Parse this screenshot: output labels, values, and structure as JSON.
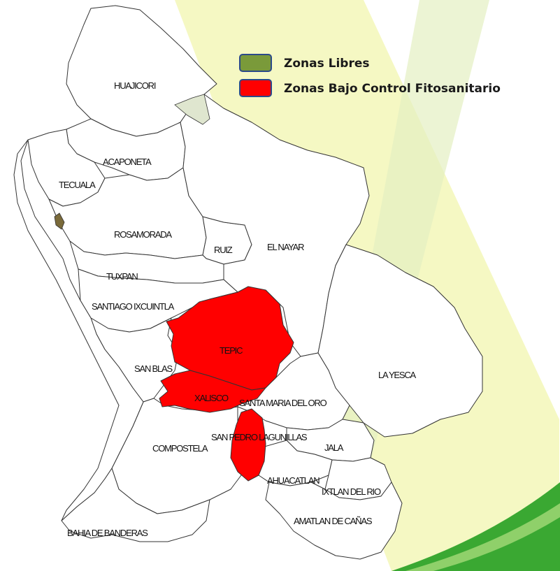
{
  "legend": {
    "items": [
      {
        "label": "Zonas Libres",
        "color": "#7a9a3a"
      },
      {
        "label": "Zonas Bajo Control Fitosanitario",
        "color": "#ff0000"
      }
    ]
  },
  "colors": {
    "free": "#ffffff",
    "controlled": "#ff0000",
    "background_stripe_light": "#f2f6b0",
    "background_stripe_green": "#d8e8b0",
    "swoosh_green": "#3aa832"
  },
  "municipalities": [
    {
      "id": "huajicori",
      "label": "HUAJICORI",
      "status": "free"
    },
    {
      "id": "acaponeta",
      "label": "ACAPONETA",
      "status": "free"
    },
    {
      "id": "tecuala",
      "label": "TECUALA",
      "status": "free"
    },
    {
      "id": "rosamorada",
      "label": "ROSAMORADA",
      "status": "free"
    },
    {
      "id": "ruiz",
      "label": "RUIZ",
      "status": "free"
    },
    {
      "id": "el-nayar",
      "label": "EL NAYAR",
      "status": "free"
    },
    {
      "id": "tuxpan",
      "label": "TUXPAN",
      "status": "free"
    },
    {
      "id": "santiago-ixcuintla",
      "label": "SANTIAGO IXCUINTLA",
      "status": "free"
    },
    {
      "id": "tepic",
      "label": "TEPIC",
      "status": "controlled"
    },
    {
      "id": "san-blas",
      "label": "SAN BLAS",
      "status": "free"
    },
    {
      "id": "la-yesca",
      "label": "LA YESCA",
      "status": "free"
    },
    {
      "id": "xalisco",
      "label": "XALISCO",
      "status": "controlled"
    },
    {
      "id": "santa-maria-del-oro",
      "label": "SANTA MARIA DEL ORO",
      "status": "free"
    },
    {
      "id": "san-pedro-lagunillas",
      "label": "SAN PEDRO LAGUNILLAS",
      "status": "controlled"
    },
    {
      "id": "compostela",
      "label": "COMPOSTELA",
      "status": "free"
    },
    {
      "id": "jala",
      "label": "JALA",
      "status": "free"
    },
    {
      "id": "ahuacatlan",
      "label": "AHUACATLAN",
      "status": "free"
    },
    {
      "id": "ixtlan-del-rio",
      "label": "IXTLAN DEL RIO",
      "status": "free"
    },
    {
      "id": "amatlan-de-canas",
      "label": "AMATLAN DE CAÑAS",
      "status": "free"
    },
    {
      "id": "bahia-de-banderas",
      "label": "BAHIA DE BANDERAS",
      "status": "free"
    }
  ]
}
